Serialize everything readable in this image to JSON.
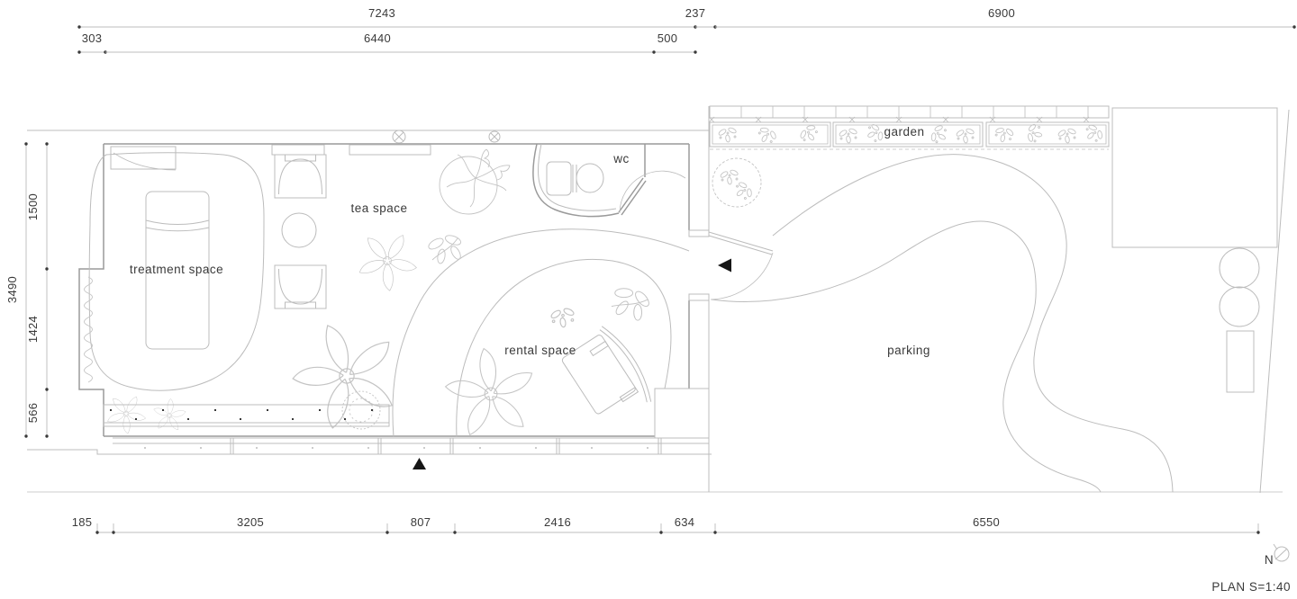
{
  "plan": {
    "scale_label": "PLAN S=1:40",
    "north_label": "N",
    "labels": {
      "treatment": "treatment space",
      "tea": "tea space",
      "wc": "wc",
      "rental": "rental space",
      "garden": "garden",
      "parking": "parking"
    },
    "dimensions": {
      "top": {
        "d7243": "7243",
        "d237": "237",
        "d6900": "6900",
        "d303": "303",
        "d6440": "6440",
        "d500": "500"
      },
      "left": {
        "d3490": "3490",
        "d1500": "1500",
        "d1424": "1424",
        "d566": "566"
      },
      "bottom": {
        "d185": "185",
        "d3205": "3205",
        "d807": "807",
        "d2416": "2416",
        "d634": "634",
        "d6550": "6550"
      }
    },
    "colors": {
      "line": "#bcbcbc",
      "wall": "#9a9a9a",
      "text": "#3a3a3a",
      "marker": "#161616",
      "plant": "#c4c4c4"
    }
  }
}
